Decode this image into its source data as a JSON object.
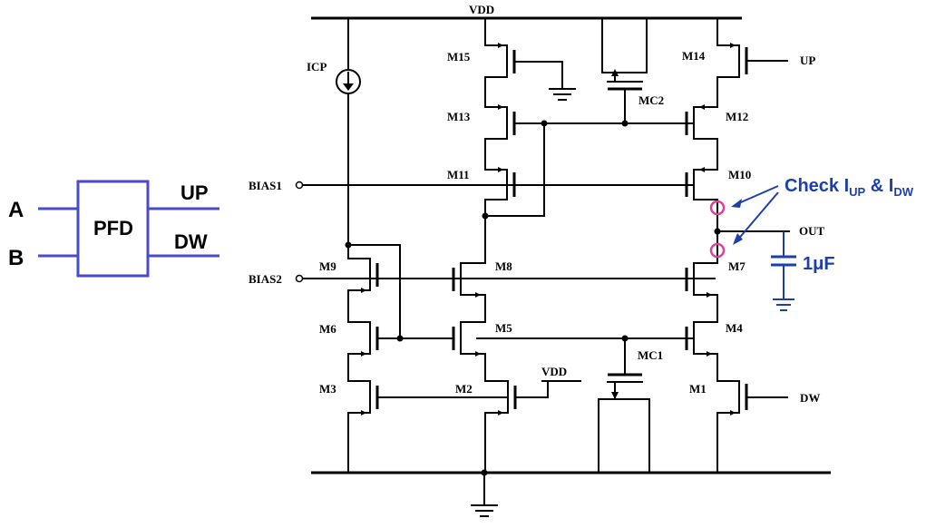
{
  "supply": {
    "vdd": "VDD",
    "vdd_gate": "VDD"
  },
  "current_source": "ICP",
  "bias": {
    "bias1": "BIAS1",
    "bias2": "BIAS2"
  },
  "transistors": {
    "m1": "M1",
    "m2": "M2",
    "m3": "M3",
    "m4": "M4",
    "m5": "M5",
    "m6": "M6",
    "m7": "M7",
    "m8": "M8",
    "m9": "M9",
    "m10": "M10",
    "m11": "M11",
    "m12": "M12",
    "m13": "M13",
    "m14": "M14",
    "m15": "M15",
    "mc1": "MC1",
    "mc2": "MC2"
  },
  "ports": {
    "up": "UP",
    "dw": "DW",
    "out": "OUT"
  },
  "pfd": {
    "block": "PFD",
    "in_a": "A",
    "in_b": "B",
    "out_up": "UP",
    "out_dw": "DW"
  },
  "annotation": {
    "check_prefix": "Check I",
    "up_sub": "UP",
    "amp": " & I",
    "dw_sub": "DW",
    "cap_value": "1μF"
  },
  "colors": {
    "pfd_blue": "#4a4acb",
    "note_blue": "#1c3fb0",
    "probe_pink": "#e0409a"
  }
}
